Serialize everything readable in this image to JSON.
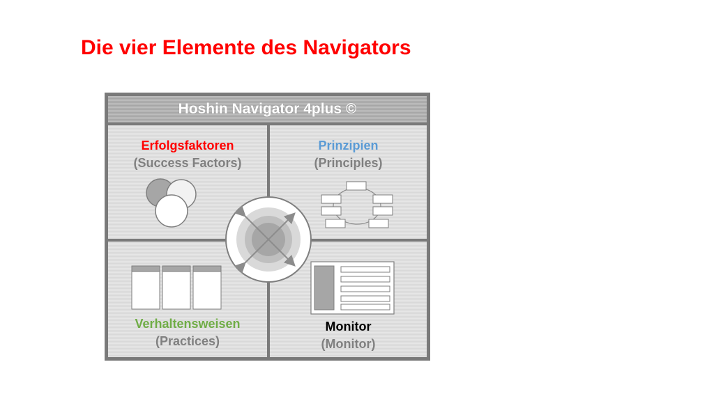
{
  "slide": {
    "title": "Die vier Elemente des Navigators"
  },
  "navigator": {
    "header": "Hoshin Navigator 4plus ©",
    "quadrants": {
      "success_factors": {
        "title": "Erfolgsfaktoren",
        "subtitle": "(Success Factors)",
        "title_color": "#ff0000",
        "icon": "venn-circles-icon"
      },
      "principles": {
        "title": "Prinzipien",
        "subtitle": "(Principles)",
        "title_color": "#5b9bd5",
        "icon": "cycle-boxes-icon"
      },
      "practices": {
        "title": "Verhaltensweisen",
        "subtitle": "(Practices)",
        "title_color": "#70ad47",
        "icon": "columns-icon"
      },
      "monitor": {
        "title": "Monitor",
        "subtitle": "(Monitor)",
        "title_color": "#000000",
        "icon": "dashboard-icon"
      }
    },
    "center": {
      "icon": "compass-arrows-icon"
    }
  },
  "colors": {
    "title": "#ff0000",
    "frame": "#7a7a7a",
    "panel": "#e0e0e0",
    "subtitle": "#808080"
  }
}
